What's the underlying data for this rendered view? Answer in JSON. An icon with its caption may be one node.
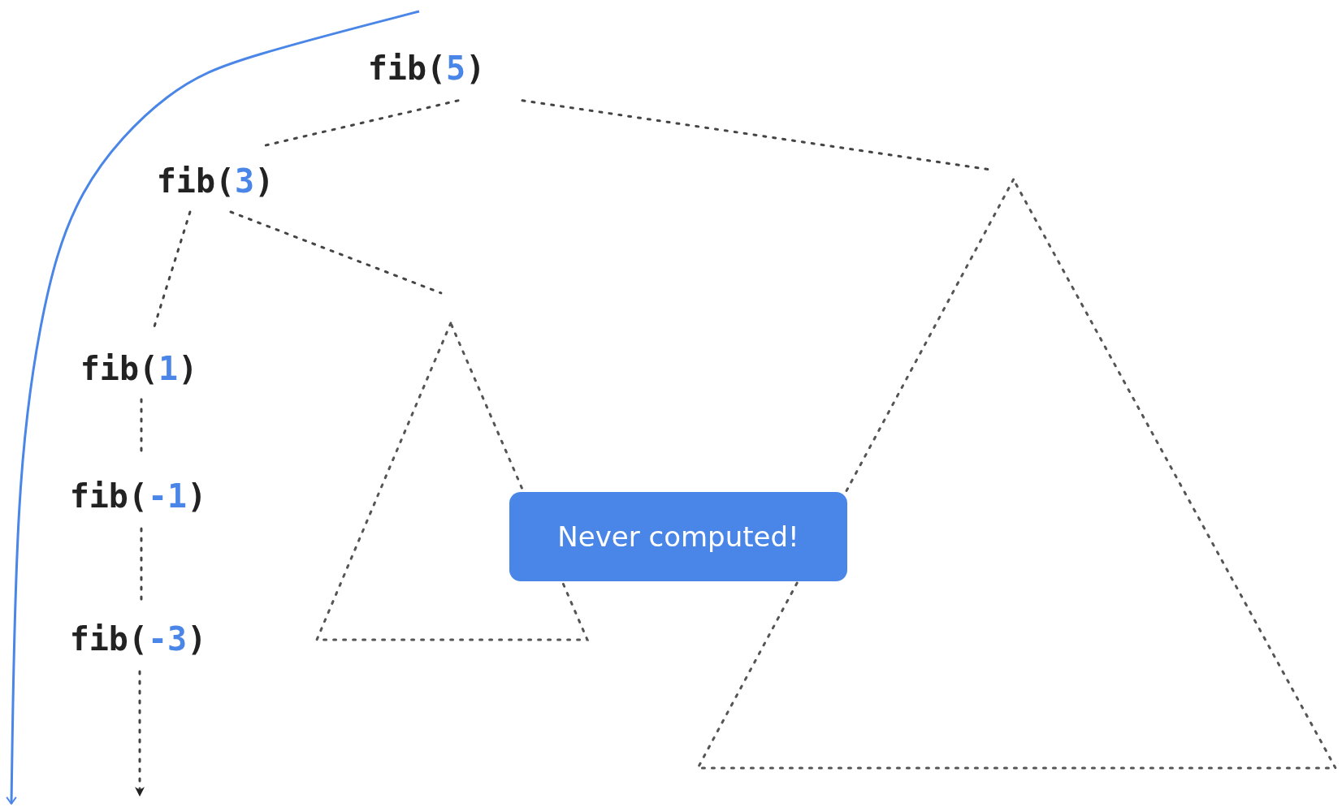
{
  "diagram": {
    "nodes": [
      {
        "text": [
          "fib(5)"
        ]
      },
      {
        "text": [
          "fib(3)"
        ]
      },
      {
        "text": [
          "fib(1)"
        ]
      },
      {
        "text": [
          "fib(-1)"
        ]
      },
      {
        "text": [
          "fib(-3)"
        ]
      },
      {
        "text": [],
        "shape": "triangle"
      },
      {
        "text": [],
        "shape": "triangle"
      },
      {
        "text": [
          "Never computed!"
        ]
      }
    ],
    "edges": [
      {
        "from": 0,
        "to": 1,
        "arrow": "none",
        "style": "dashed"
      },
      {
        "from": 0,
        "to": 6,
        "arrow": "none",
        "style": "dashed"
      },
      {
        "from": 1,
        "to": 2,
        "arrow": "none",
        "style": "dashed"
      },
      {
        "from": 1,
        "to": 5,
        "arrow": "none",
        "style": "dashed"
      },
      {
        "from": 2,
        "to": 3,
        "arrow": "none",
        "style": "dashed"
      },
      {
        "from": 3,
        "to": 4,
        "arrow": "none",
        "style": "dashed"
      },
      {
        "from": 4,
        "to": null,
        "arrow": "to",
        "style": "dashed"
      }
    ]
  }
}
